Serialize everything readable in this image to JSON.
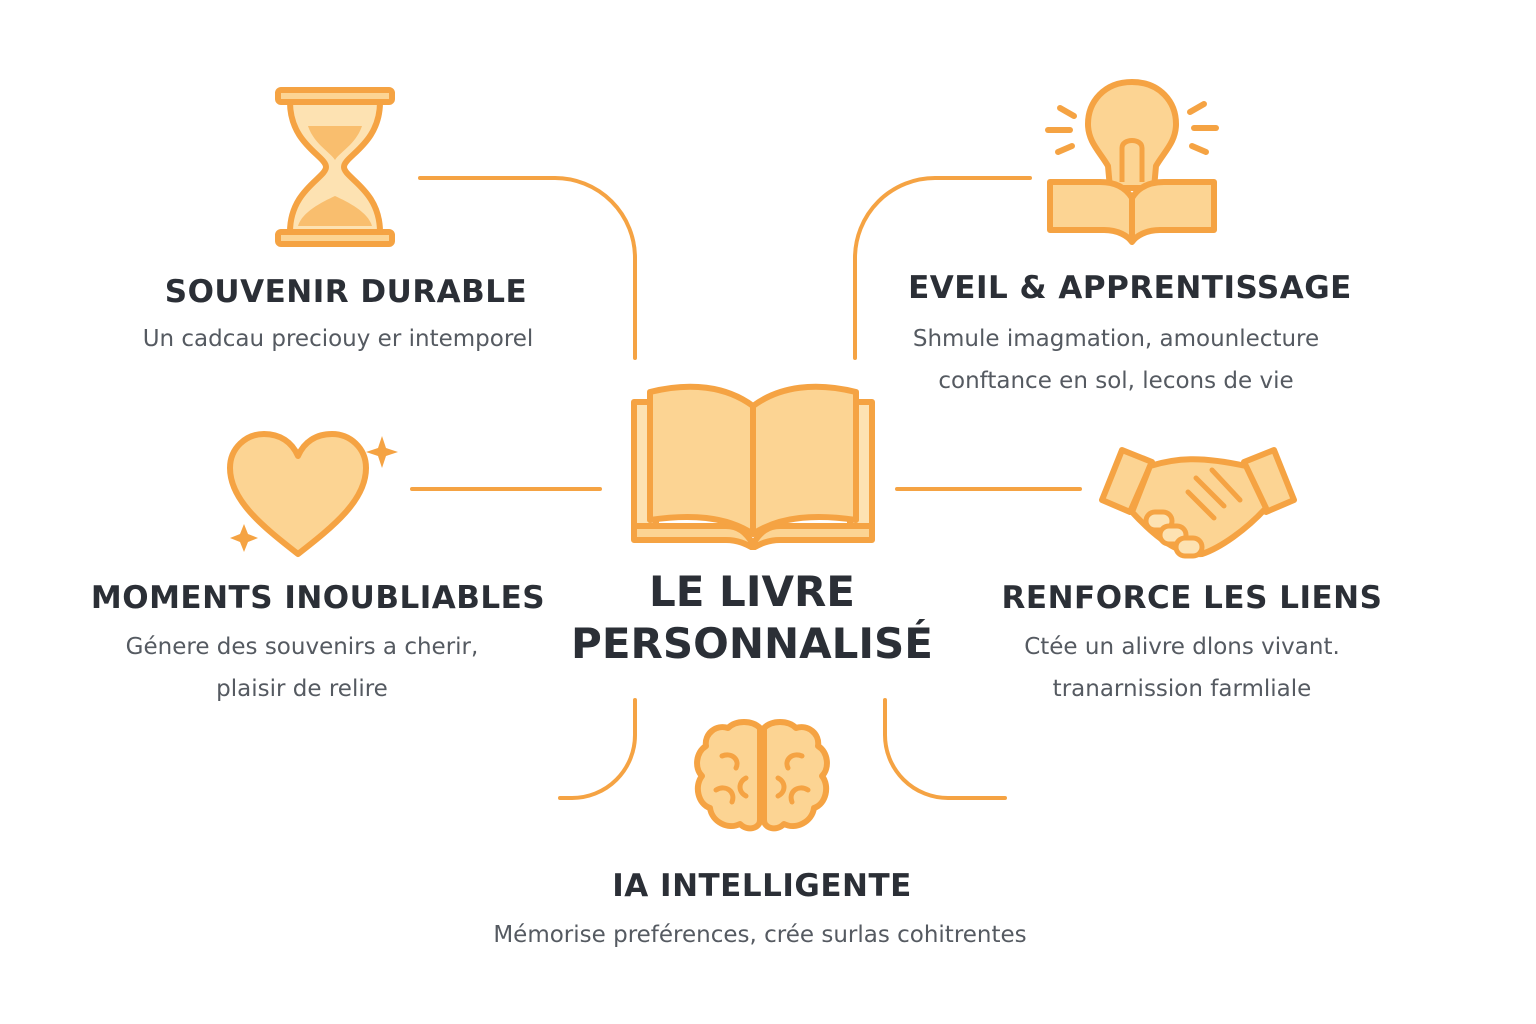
{
  "center": {
    "title_line1": "LE LIVRE",
    "title_line2": "PERSONNALISÉ",
    "icon": "open-book-icon"
  },
  "benefits": [
    {
      "id": "souvenir",
      "title": "SOUVENIR DURABLE",
      "lines": [
        "Un cadcau preciouy er intemporel"
      ],
      "icon": "hourglass-icon"
    },
    {
      "id": "eveil",
      "title": "EVEIL & APPRENTISSAGE",
      "lines": [
        "Shmule imagmation, amounlecture",
        "conftance en sol, lecons de vie"
      ],
      "icon": "lightbulb-book-icon"
    },
    {
      "id": "moments",
      "title": "MOMENTS INOUBLIABLES",
      "lines": [
        "Génere des souvenirs a cherir,",
        "plaisir de relire"
      ],
      "icon": "heart-sparkle-icon"
    },
    {
      "id": "liens",
      "title": "RENFORCE LES LIENS",
      "lines": [
        "Ctée un alivre dlons vivant.",
        "tranarnission farmliale"
      ],
      "icon": "handshake-icon"
    },
    {
      "id": "ia",
      "title": "IA INTELLIGENTE",
      "lines": [
        "Mémorise preférences, crée surlas cohitrentes"
      ],
      "icon": "brain-icon"
    }
  ],
  "colors": {
    "accent": "#F5A343",
    "fill": "#FCD493",
    "fill_light": "#FDE2B2",
    "title_text": "#2B2F36",
    "body_text": "#555A61"
  }
}
